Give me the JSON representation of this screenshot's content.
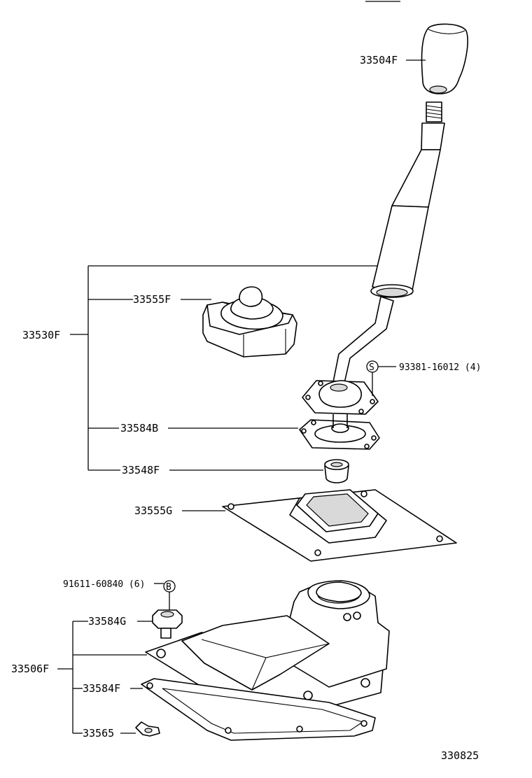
{
  "labels": {
    "p33504F": "33504F",
    "p33530F": "33530F",
    "p33555F": "33555F",
    "p93381": "93381-16012 (4)",
    "p33584B": "33584B",
    "p33548F": "33548F",
    "p33555G": "33555G",
    "p91611": "91611-60840 (6)",
    "p33584G": "33584G",
    "p33506F": "33506F",
    "p33584F": "33584F",
    "p33565": "33565",
    "diagram_code": "330825",
    "callout_s": "S",
    "callout_b": "B"
  }
}
